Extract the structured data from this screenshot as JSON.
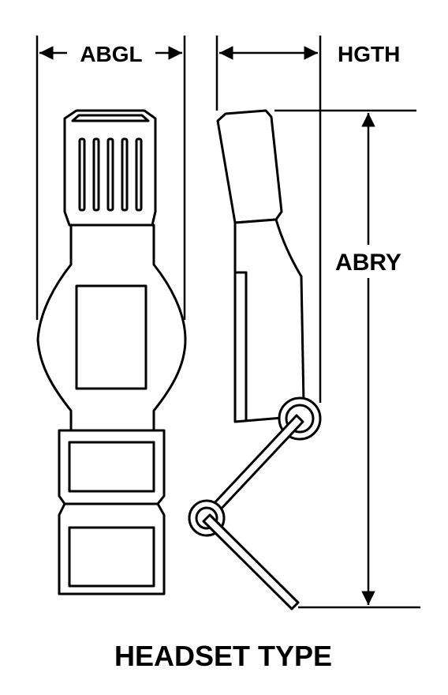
{
  "labels": {
    "width_dim": "ABGL",
    "height_dim": "HGTH",
    "length_dim": "ABRY",
    "caption": "HEADSET TYPE"
  },
  "colors": {
    "line": "#000000",
    "background": "#ffffff"
  }
}
